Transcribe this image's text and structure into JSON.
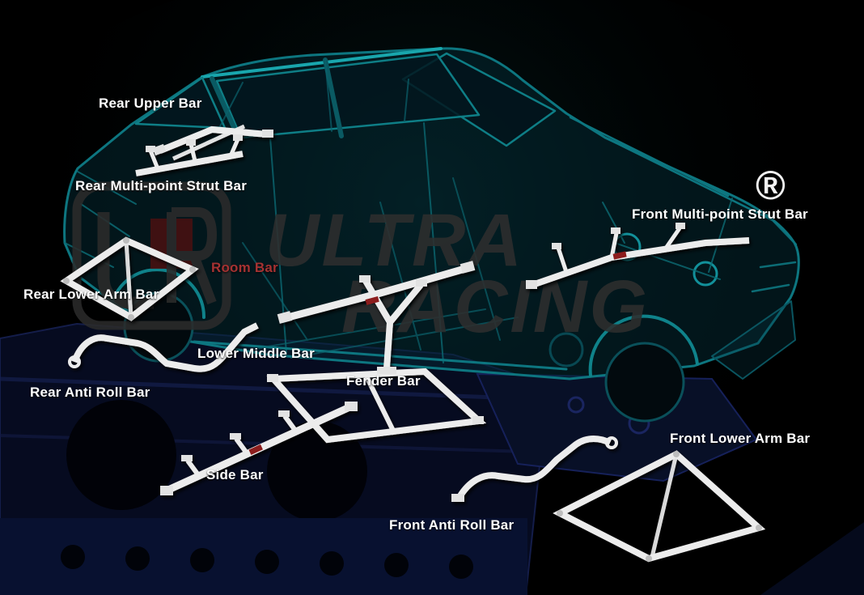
{
  "scene": {
    "registered_mark": "®",
    "watermark": {
      "line1": "ULTRA",
      "line2": "RACING"
    },
    "colors": {
      "background": "#000000",
      "chassis_teal": "#0d7680",
      "bar_white": "#ececec",
      "label_white": "#ffffff",
      "room_bar_red": "#a63232",
      "underframe_navy": "#0a1130",
      "watermark_gray": "#2e2e2e",
      "brand_red": "#8c1d1d"
    },
    "labels": {
      "rear_upper_bar": "Rear Upper Bar",
      "rear_multi_point_strut_bar": "Rear Multi-point Strut Bar",
      "front_multi_point_strut_bar": "Front Multi-point Strut Bar",
      "room_bar": "Room Bar",
      "rear_lower_arm_bar": "Rear Lower Arm Bar",
      "lower_middle_bar": "Lower Middle Bar",
      "rear_anti_roll_bar": "Rear Anti Roll Bar",
      "fender_bar": "Fender Bar",
      "front_lower_arm_bar": "Front Lower Arm Bar",
      "side_bar": "Side Bar",
      "front_anti_roll_bar": "Front Anti Roll Bar"
    }
  }
}
